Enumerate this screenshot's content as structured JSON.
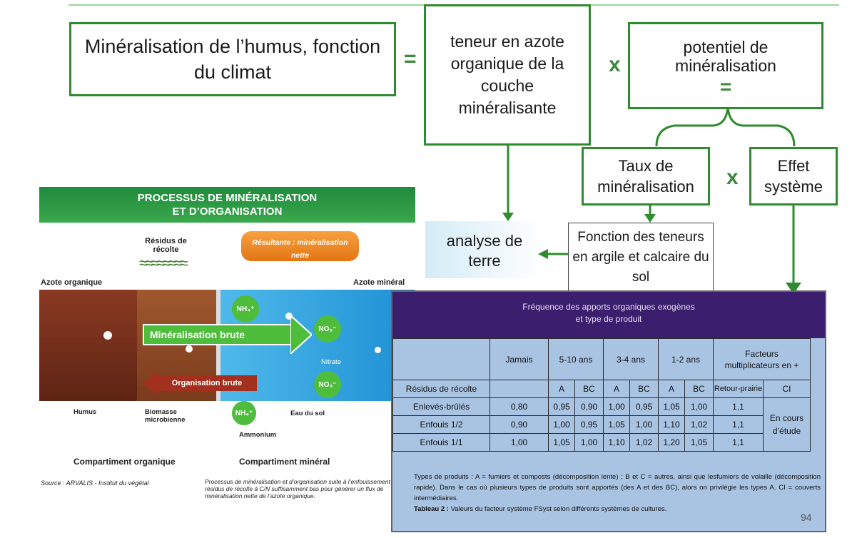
{
  "formula": {
    "left_box": "Minéralisation de l’humus, fonction du climat",
    "equals": "=",
    "box_teneur": "teneur en azote organique de la couche minéralisante",
    "times1": "x",
    "box_potentiel": "potentiel de minéralisation",
    "potentiel_equals": "=",
    "box_taux": "Taux de minéralisation",
    "times2": "x",
    "box_effet": "Effet système",
    "box_analyse": "analyse de terre",
    "box_fonction": "Fonction des teneurs en argile et calcaire du sol"
  },
  "infographic": {
    "title_line1": "PROCESSUS DE MINÉRALISATION",
    "title_line2": "ET D’ORGANISATION",
    "residus": "Résidus de récolte",
    "resultante": "Résultante : minéralisation nette",
    "azote_organique": "Azote organique",
    "azote_mineral": "Azote minéral",
    "nh4_top": "NH₄⁺",
    "no3_a": "NO₃⁻",
    "mineralisation_brute": "Minéralisation brute",
    "nitrate": "Nitrate",
    "organisation_brute": "Organisation brute",
    "no3_b": "NO₃⁻",
    "humus": "Humus",
    "biomasse": "Biomasse microbienne",
    "nh4_bottom": "NH₄⁺",
    "ammonium": "Ammonium",
    "eau_du_sol": "Eau du sol",
    "compartiment_organique": "Compartiment organique",
    "compartiment_mineral": "Compartiment minéral",
    "source": "Source : ARVALIS - Institut du végétal",
    "caption": "Processus de minéralisation et d’organisation suite à l’enfouissement de résidus de récolte à C/N suffisamment bas pour générer un flux de minéralisation nette de l’azote organique."
  },
  "table": {
    "header_line1": "Fréquence des apports organiques exogènes",
    "header_line2": "et type de produit",
    "col_jamais": "Jamais",
    "col_510": "5-10 ans",
    "col_34": "3-4 ans",
    "col_12": "1-2 ans",
    "col_facteurs": "Facteurs multiplicateurs en +",
    "sub_row_label": "Résidus de récolte",
    "sub_a1": "A",
    "sub_bc1": "BC",
    "sub_a2": "A",
    "sub_bc2": "BC",
    "sub_a3": "A",
    "sub_bc3": "BC",
    "sub_retour": "Retour-prairie",
    "sub_ci": "CI",
    "rows": [
      {
        "label": "Enlevés-brûlés",
        "jamais": "0,80",
        "v1": "0,95",
        "v2": "0,90",
        "v3": "1,00",
        "v4": "0,95",
        "v5": "1,05",
        "v6": "1,00",
        "retour": "1,1"
      },
      {
        "label": "Enfouis 1/2",
        "jamais": "0,90",
        "v1": "1,00",
        "v2": "0,95",
        "v3": "1,05",
        "v4": "1,00",
        "v5": "1,10",
        "v6": "1,02",
        "retour": "1,1"
      },
      {
        "label": "Enfouis 1/1",
        "jamais": "1,00",
        "v1": "1,05",
        "v2": "1,00",
        "v3": "1,10",
        "v4": "1,02",
        "v5": "1,20",
        "v6": "1,05",
        "retour": "1,1"
      }
    ],
    "ci_value": "En cours d’étude",
    "note": "Types de produits : A = fumiers et composts (décomposition lente) ; B et C = autres, ainsi que lesfumiers de volaille (décomposition rapide). Dans le cas où plusieurs types de produits sont apportés (des A et des BC), alors on privilégie les types A. CI = couverts intermédiaires.",
    "caption_bold": "Tableau 2 :",
    "caption": "Valeurs du facteur système FSyst selon différents systèmes de cultures."
  },
  "page_number": "94",
  "colors": {
    "green": "#2e8b2e",
    "purple": "#3b1f6e",
    "table_blue": "#a9c4e3"
  }
}
